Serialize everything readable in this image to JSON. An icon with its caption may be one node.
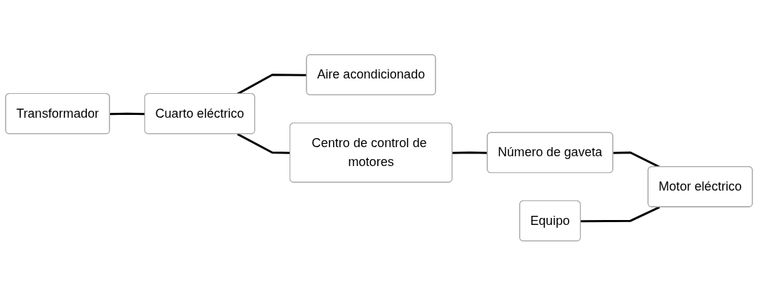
{
  "diagram": {
    "nodes": [
      {
        "text": [
          "Transformador"
        ]
      },
      {
        "text": [
          "Cuarto eléctrico"
        ]
      },
      {
        "text": [
          "Aire acondicionado"
        ]
      },
      {
        "text": [
          "Centro de control de motores"
        ]
      },
      {
        "text": [
          "Número de gaveta"
        ]
      },
      {
        "text": [
          "Equipo"
        ]
      },
      {
        "text": [
          "Motor eléctrico"
        ]
      }
    ],
    "edges": [
      {
        "from": 0,
        "to": 1,
        "arrow": "none"
      },
      {
        "from": 1,
        "to": 2,
        "arrow": "none"
      },
      {
        "from": 1,
        "to": 3,
        "arrow": "none"
      },
      {
        "from": 3,
        "to": 4,
        "arrow": "none"
      },
      {
        "from": 4,
        "to": 6,
        "arrow": "none"
      },
      {
        "from": 5,
        "to": 6,
        "arrow": "none"
      }
    ]
  }
}
